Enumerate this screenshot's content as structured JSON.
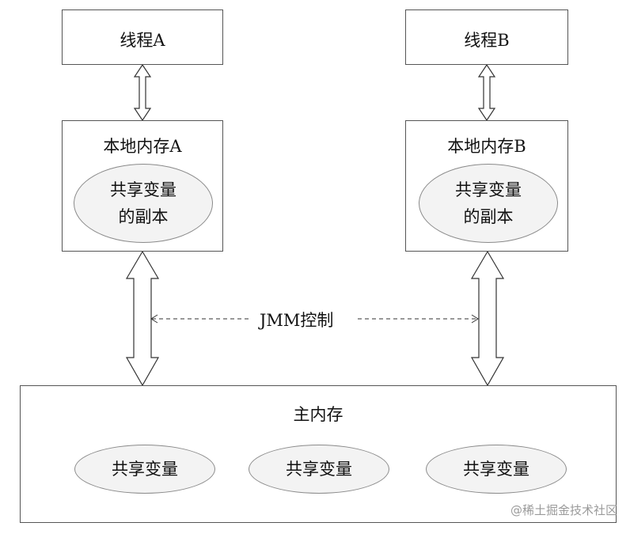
{
  "thread_a": {
    "label": "线程A"
  },
  "thread_b": {
    "label": "线程B"
  },
  "local_a": {
    "title": "本地内存A",
    "copy_line1": "共享变量",
    "copy_line2": "的副本"
  },
  "local_b": {
    "title": "本地内存B",
    "copy_line1": "共享变量",
    "copy_line2": "的副本"
  },
  "jmm": {
    "label": "JMM控制"
  },
  "main_memory": {
    "title": "主内存",
    "variables": [
      "共享变量",
      "共享变量",
      "共享变量"
    ]
  },
  "watermark": "@稀土掘金技术社区",
  "colors": {
    "border": "#555555",
    "ellipse_fill": "#f3f3f3",
    "ellipse_border": "#8a8a8a"
  }
}
